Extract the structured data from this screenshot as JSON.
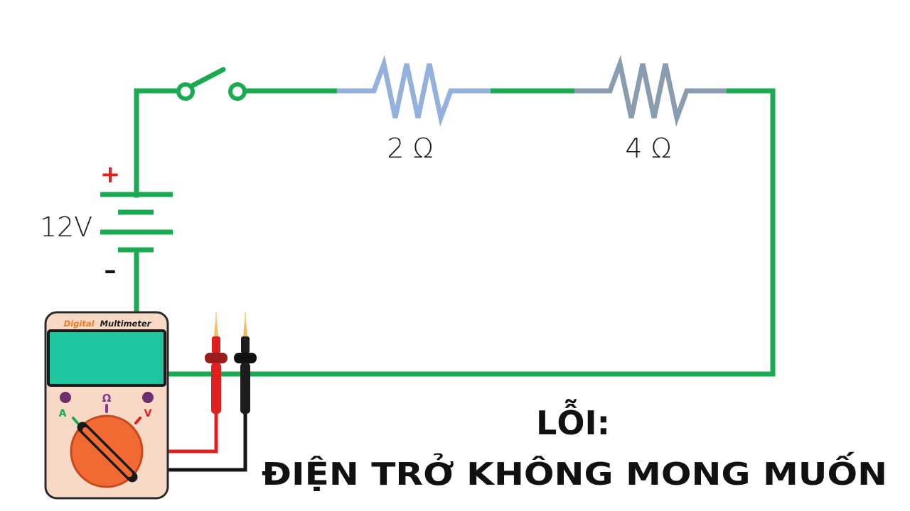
{
  "diagram": {
    "battery": {
      "voltage_label": "12V",
      "plus_sign": "+",
      "minus_sign": "–"
    },
    "resistors": [
      {
        "label": "2 Ω",
        "color": "#94b0dc"
      },
      {
        "label": "4 Ω",
        "color": "#8a9cb0"
      }
    ],
    "multimeter": {
      "brand_word1": "Digital",
      "brand_word2": "Multimeter",
      "dial_labels": {
        "amps": "A",
        "ohms": "Ω",
        "volts": "V"
      }
    },
    "title": {
      "line1": "LỖI:",
      "line2": "ĐIỆN TRỞ KHÔNG MONG MUỐN"
    }
  },
  "colors": {
    "wire": "#1aaa52",
    "lead_red": "#e02020",
    "lead_black": "#151515",
    "meter_body": "#f7d9c6",
    "meter_screen": "#1fc6a0",
    "dial": "#f26a33",
    "plus": "#e02020"
  }
}
